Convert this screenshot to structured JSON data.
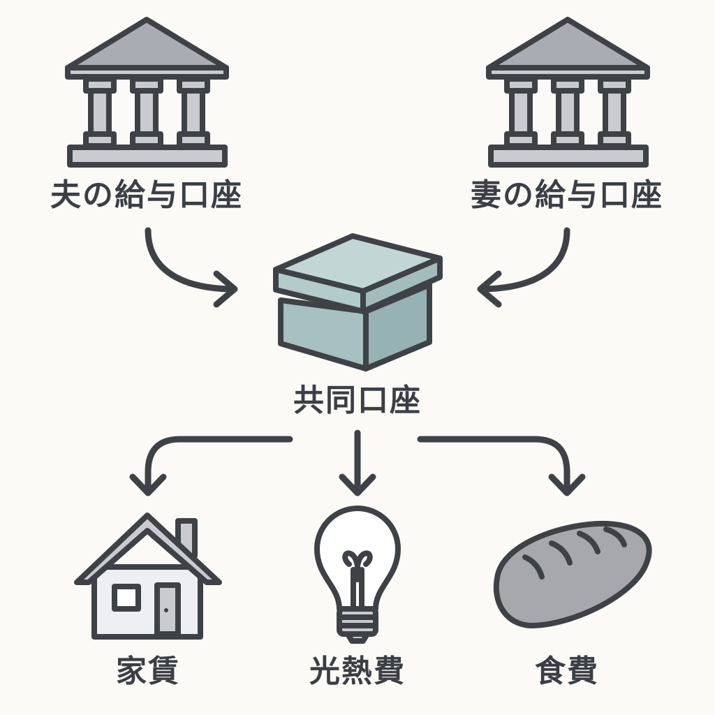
{
  "labels": {
    "husband_account": "夫の給与口座",
    "wife_account": "妻の給与口座",
    "joint_account": "共同口座",
    "rent": "家賃",
    "utilities": "光熱費",
    "food": "食費"
  },
  "icons": {
    "husband_account": "bank-icon",
    "wife_account": "bank-icon",
    "joint_account": "box-icon",
    "rent": "house-icon",
    "utilities": "lightbulb-icon",
    "food": "bread-icon"
  },
  "colors": {
    "background": "#fbfaf6",
    "stroke": "#3e4247",
    "bank_fill": "#c9cbd0",
    "box_fill": "#b4cbcb",
    "house_fill": "#eeeff2",
    "bread_fill": "#a6a8ac"
  }
}
